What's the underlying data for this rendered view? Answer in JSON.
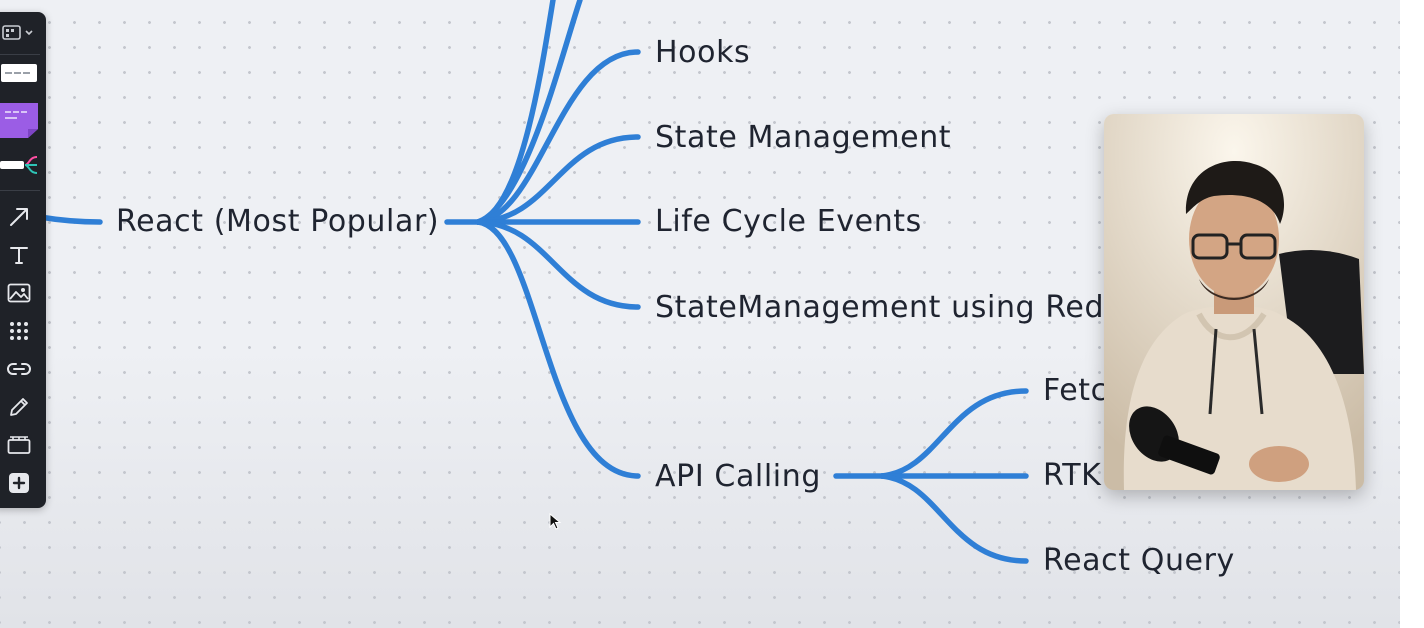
{
  "mindmap": {
    "root": {
      "label": "React (Most Popular)"
    },
    "branches": [
      {
        "label": "Hooks"
      },
      {
        "label": "State Management"
      },
      {
        "label": "Life Cycle Events"
      },
      {
        "label": "StateManagement using Redu"
      },
      {
        "label": "API Calling"
      }
    ],
    "api_children": [
      {
        "label": "Fetc"
      },
      {
        "label": "RTK"
      },
      {
        "label": "React Query"
      }
    ],
    "line_color": "#2f7fd6"
  },
  "toolbar": {
    "items": [
      {
        "icon": "frame-icon"
      },
      {
        "icon": "text-template-icon"
      },
      {
        "icon": "sticky-note-icon"
      },
      {
        "icon": "mind-map-icon"
      },
      {
        "icon": "arrow-icon"
      },
      {
        "icon": "text-icon"
      },
      {
        "icon": "image-icon"
      },
      {
        "icon": "apps-grid-icon"
      },
      {
        "icon": "link-icon"
      },
      {
        "icon": "pen-icon"
      },
      {
        "icon": "frame-board-icon"
      },
      {
        "icon": "add-icon"
      }
    ]
  },
  "colors": {
    "canvas": "#eef0f4",
    "toolbar": "#1f2228",
    "sticky": "#9b5de5"
  }
}
